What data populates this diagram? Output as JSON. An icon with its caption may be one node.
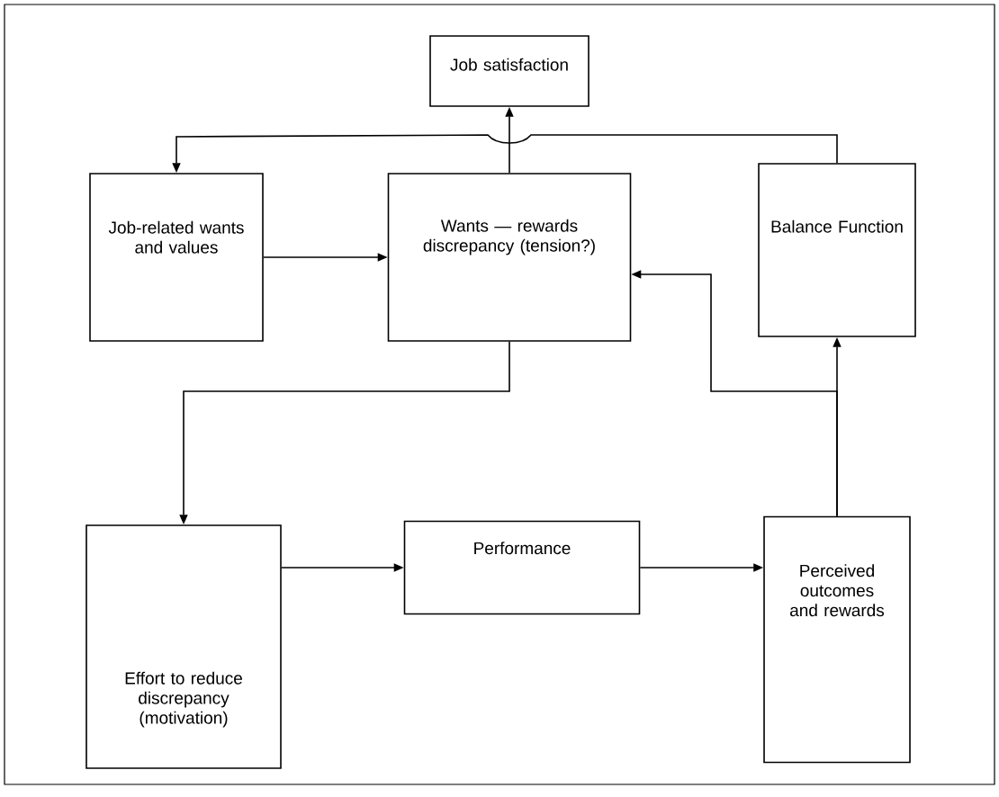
{
  "diagram": {
    "nodes": [
      {
        "text": [
          "Job satisfaction"
        ]
      },
      {
        "text": [
          "Job-related wants and values"
        ]
      },
      {
        "text": [
          "Wants — rewards discrepancy (tension?)"
        ]
      },
      {
        "text": [
          "Balance Function"
        ]
      },
      {
        "text": [
          "Effort to reduce discrepancy (motivation)"
        ]
      },
      {
        "text": [
          "Performance"
        ]
      },
      {
        "text": [
          "Perceived outcomes and rewards"
        ]
      }
    ],
    "edges": [
      {
        "from": 2,
        "to": 0,
        "arrow": "to"
      },
      {
        "from": 3,
        "to": 1,
        "arrow": "to"
      },
      {
        "from": 1,
        "to": 2,
        "arrow": "to"
      },
      {
        "from": 2,
        "to": 4,
        "arrow": "to"
      },
      {
        "from": 4,
        "to": 5,
        "arrow": "to"
      },
      {
        "from": 5,
        "to": 6,
        "arrow": "to"
      },
      {
        "from": 6,
        "to": 3,
        "arrow": "to"
      },
      {
        "from": 6,
        "to": 2,
        "arrow": "to"
      }
    ]
  }
}
